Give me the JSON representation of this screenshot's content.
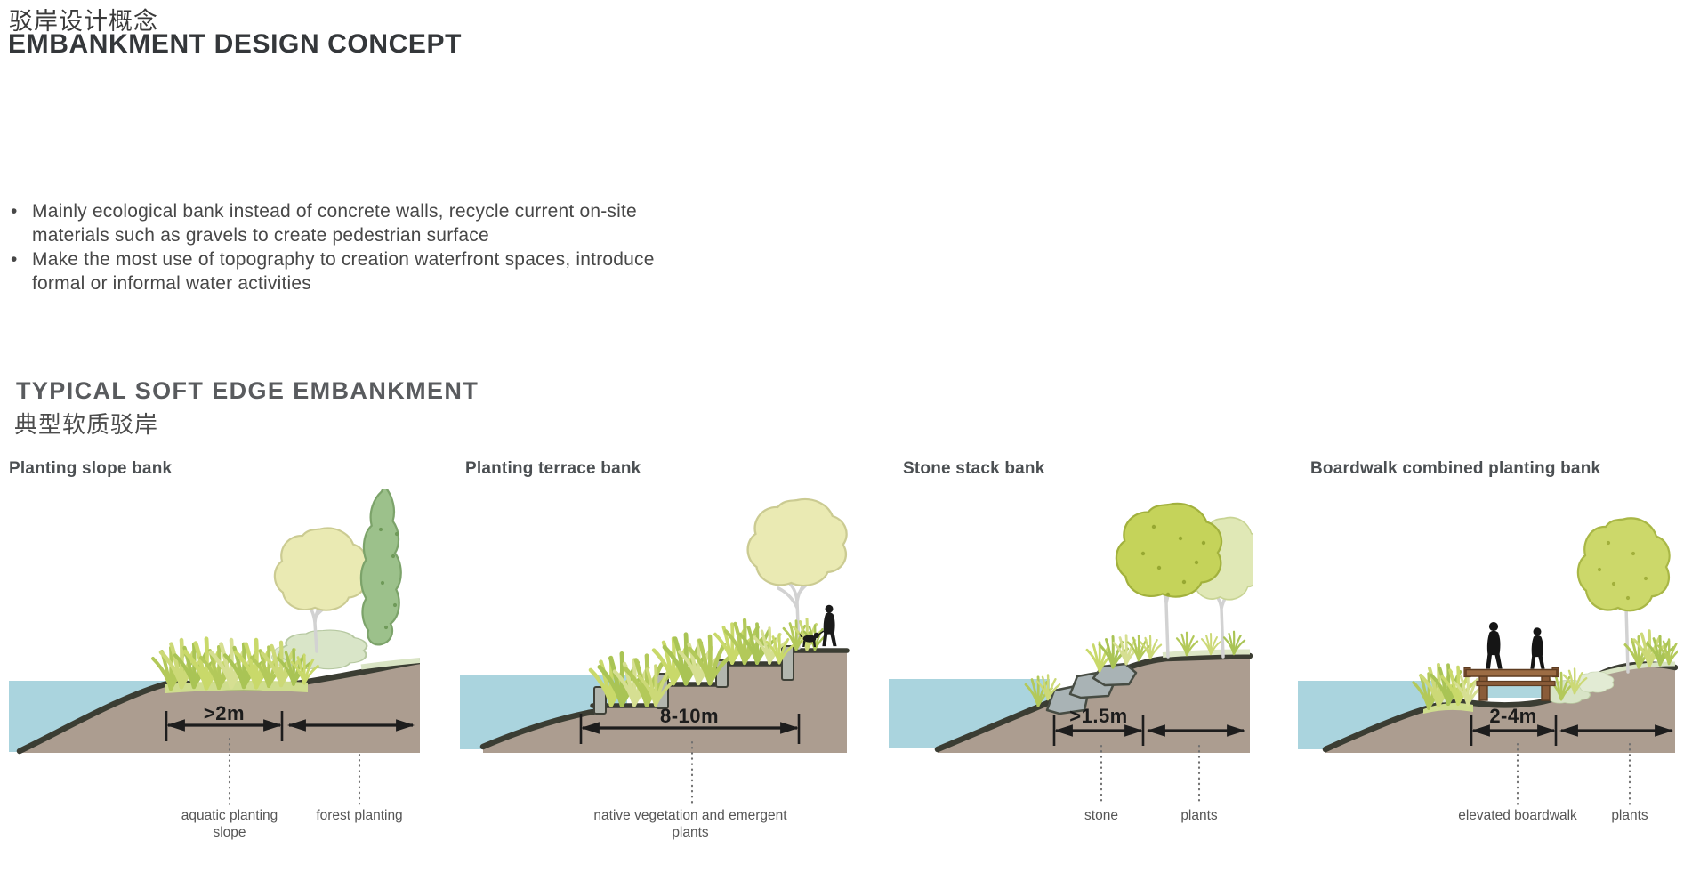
{
  "header": {
    "title_zh": "驳岸设计概念",
    "title_en": "EMBANKMENT DESIGN CONCEPT"
  },
  "intro_bullets": [
    {
      "lines": [
        "Mainly ecological bank instead of concrete walls, recycle current on-site",
        "materials such as gravels to create pedestrian surface"
      ]
    },
    {
      "lines": [
        "Make the most use of topography to creation waterfront spaces, introduce",
        "formal or informal water activities"
      ]
    }
  ],
  "section": {
    "title_en": "TYPICAL SOFT EDGE EMBANKMENT",
    "title_zh": "典型软质驳岸"
  },
  "diagrams": [
    {
      "title": "Planting slope bank",
      "dimension": ">2m",
      "labels": [
        "aquatic planting slope",
        "forest planting"
      ]
    },
    {
      "title": "Planting terrace bank",
      "dimension": "8-10m",
      "labels": [
        "native vegetation and emergent plants"
      ]
    },
    {
      "title": "Stone stack bank",
      "dimension": ">1.5m",
      "labels": [
        "stone",
        "plants"
      ]
    },
    {
      "title": "Boardwalk combined planting bank",
      "dimension": "2-4m",
      "labels": [
        "elevated boardwalk",
        "plants"
      ]
    }
  ],
  "colors": {
    "water": "#aad4de",
    "earth": "#ac9d90",
    "soil_line": "#3b3d33",
    "grass_yellow": "#c9d96a",
    "grass_green": "#a9c455",
    "tree_pale": "#eaeab3",
    "tree_cypress_green": "#9cc18b",
    "tree_bright": "#c5d35a",
    "bush_pale": "#d9e5c8",
    "stone": "#a9b3b5",
    "boardwalk_brown": "#9a6b44",
    "figure_black": "#1a1a1a",
    "title_text": "#34373a",
    "body_text": "#474747",
    "label_text": "#565656"
  }
}
